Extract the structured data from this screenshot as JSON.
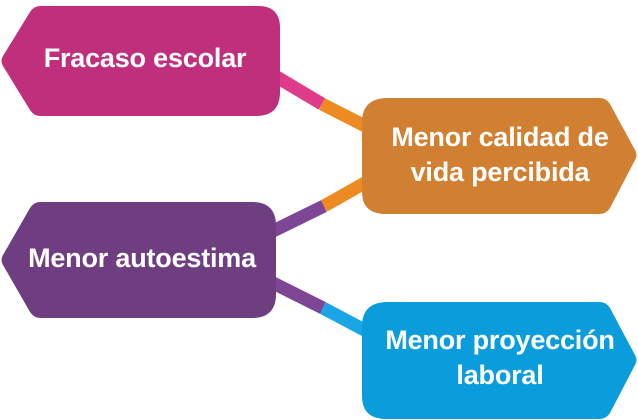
{
  "nodes": {
    "fracaso": {
      "label": "Fracaso escolar",
      "color": "#bf2f7c"
    },
    "calidad": {
      "label": "Menor calidad de\nvida percibida",
      "color": "#d17f31"
    },
    "autoestima": {
      "label": "Menor autoestima",
      "color": "#6e3e80"
    },
    "proyeccion": {
      "label": "Menor proyección\nlaboral",
      "color": "#0b9ddb"
    }
  },
  "connector_colors": {
    "magenta": "#e03a8a",
    "orange": "#ee8a22",
    "purple": "#7e4795",
    "blue": "#1aa6e6"
  }
}
